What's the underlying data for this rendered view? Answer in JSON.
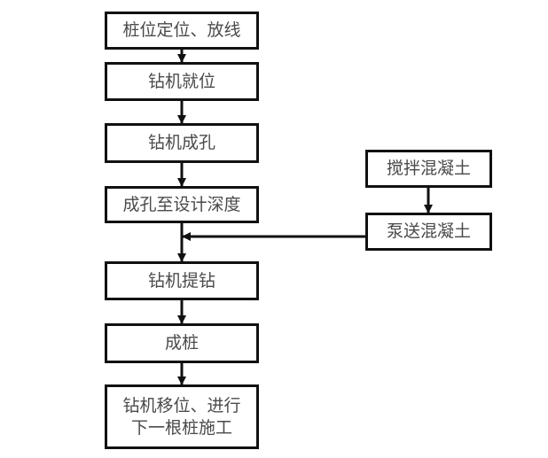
{
  "diagram": {
    "type": "flowchart",
    "main_flow": [
      {
        "id": "n1",
        "label": "桩位定位、放线"
      },
      {
        "id": "n2",
        "label": "钻机就位"
      },
      {
        "id": "n3",
        "label": "钻机成孔"
      },
      {
        "id": "n4",
        "label": "成孔至设计深度"
      },
      {
        "id": "n5",
        "label": "钻机提钻"
      },
      {
        "id": "n6",
        "label": "成桩"
      },
      {
        "id": "n7",
        "label": "钻机移位、进行\n下一根桩施工"
      }
    ],
    "side_flow": [
      {
        "id": "s1",
        "label": "搅拌混凝土"
      },
      {
        "id": "s2",
        "label": "泵送混凝土"
      }
    ],
    "edges": [
      {
        "from": "n1",
        "to": "n2"
      },
      {
        "from": "n2",
        "to": "n3"
      },
      {
        "from": "n3",
        "to": "n4"
      },
      {
        "from": "n4",
        "to": "n5"
      },
      {
        "from": "n5",
        "to": "n6"
      },
      {
        "from": "n6",
        "to": "n7"
      },
      {
        "from": "s1",
        "to": "s2"
      },
      {
        "from": "s2",
        "to": "n4-n5-connector"
      }
    ],
    "colors": {
      "border": "#111111",
      "text": "#4a4a4a",
      "background": "#ffffff"
    }
  }
}
